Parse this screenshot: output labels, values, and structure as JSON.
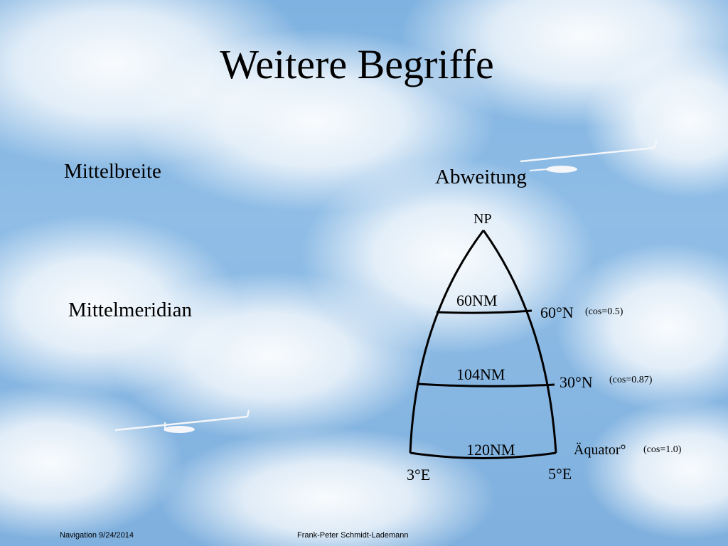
{
  "slide": {
    "title": "Weitere Begriffe",
    "terms": {
      "mittelbreite": "Mittelbreite",
      "mittelmeridian": "Mittelmeridian",
      "abweitung": "Abweitung"
    }
  },
  "diagram": {
    "pole": "NP",
    "distances": {
      "lat60": "60NM",
      "lat30": "104NM",
      "equator": "120NM"
    },
    "latitudes": {
      "lat60": "60°N",
      "lat30": "30°N",
      "equator": "Äquator°"
    },
    "cosines": {
      "lat60": "(cos=0.5)",
      "lat30": "(cos=0.87)",
      "equator": "(cos=1.0)"
    },
    "longitudes": {
      "west": "3°E",
      "east": "5°E"
    }
  },
  "footer": {
    "left": "Navigation 9/24/2014",
    "center": "Frank-Peter Schmidt-Lademann"
  }
}
